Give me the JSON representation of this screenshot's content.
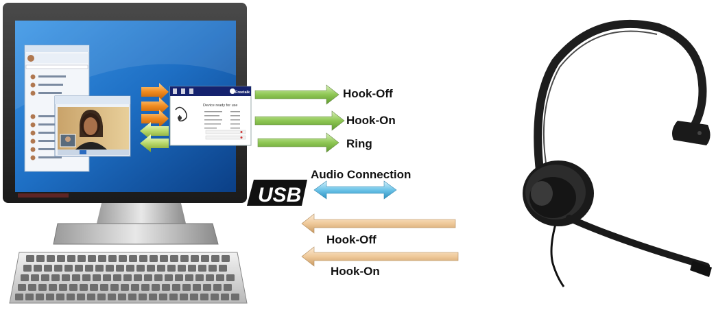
{
  "labels": {
    "hook_off_out": "Hook-Off",
    "hook_on_out": "Hook-On",
    "ring": "Ring",
    "audio": "Audio Connection",
    "hook_off_in": "Hook-Off",
    "hook_on_in": "Hook-On"
  },
  "usb_logo": "USB",
  "popup": {
    "brand": "Freetalk",
    "device_status": "Device ready for use"
  },
  "colors": {
    "green_arrow": "#8ec653",
    "blue_arrow": "#6cc3e8",
    "tan_arrow": "#efc99a",
    "orange_arrow": "#f08a1e",
    "screen_blue": "#1e6fc4"
  }
}
